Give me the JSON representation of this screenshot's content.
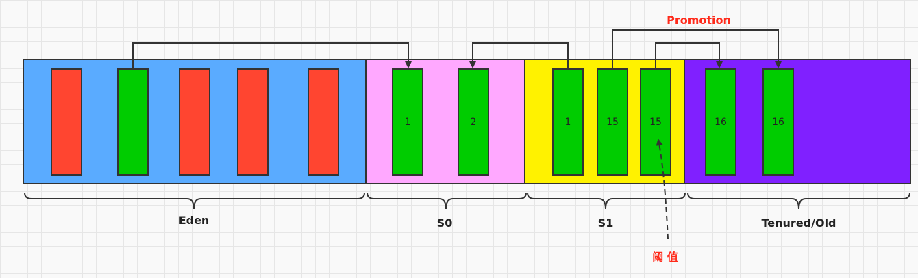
{
  "colors": {
    "eden": "#5aabff",
    "s0": "#ffa8ff",
    "s1": "#fff200",
    "old": "#8020ff",
    "dead_object": "#ff4530",
    "live_object": "#00cc00",
    "annotation": "#ff2a1a"
  },
  "regions": {
    "eden": {
      "label": "Eden",
      "objects": [
        "",
        "",
        "",
        "",
        ""
      ]
    },
    "s0": {
      "label": "S0",
      "objects": [
        "1",
        "2"
      ]
    },
    "s1": {
      "label": "S1",
      "objects": [
        "1",
        "15",
        "15"
      ]
    },
    "old": {
      "label": "Tenured/Old",
      "objects": [
        "16",
        "16"
      ]
    }
  },
  "annotations": {
    "promotion": "Promotion",
    "threshold": "阈 值"
  }
}
